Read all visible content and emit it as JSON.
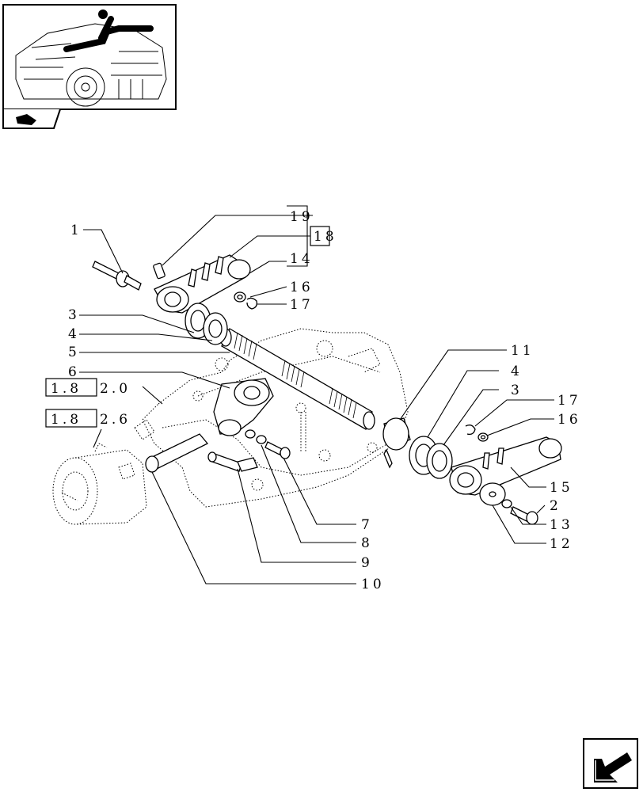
{
  "labels": {
    "n1": "1",
    "n2": "2",
    "n3a": "3",
    "n3b": "3",
    "n4a": "4",
    "n4b": "4",
    "n5": "5",
    "n6": "6",
    "n7": "7",
    "n8": "8",
    "n9": "9",
    "n10": "10",
    "n11": "11",
    "n12": "12",
    "n13": "13",
    "n14": "14",
    "n15": "15",
    "n16a": "16",
    "n16b": "16",
    "n17a": "17",
    "n17b": "17",
    "n18": "18",
    "n19": "19"
  },
  "refs": {
    "ref_a_box": "1.8",
    "ref_a_tail": "2.0",
    "ref_b_box": "1.8",
    "ref_b_tail": "2.6"
  }
}
